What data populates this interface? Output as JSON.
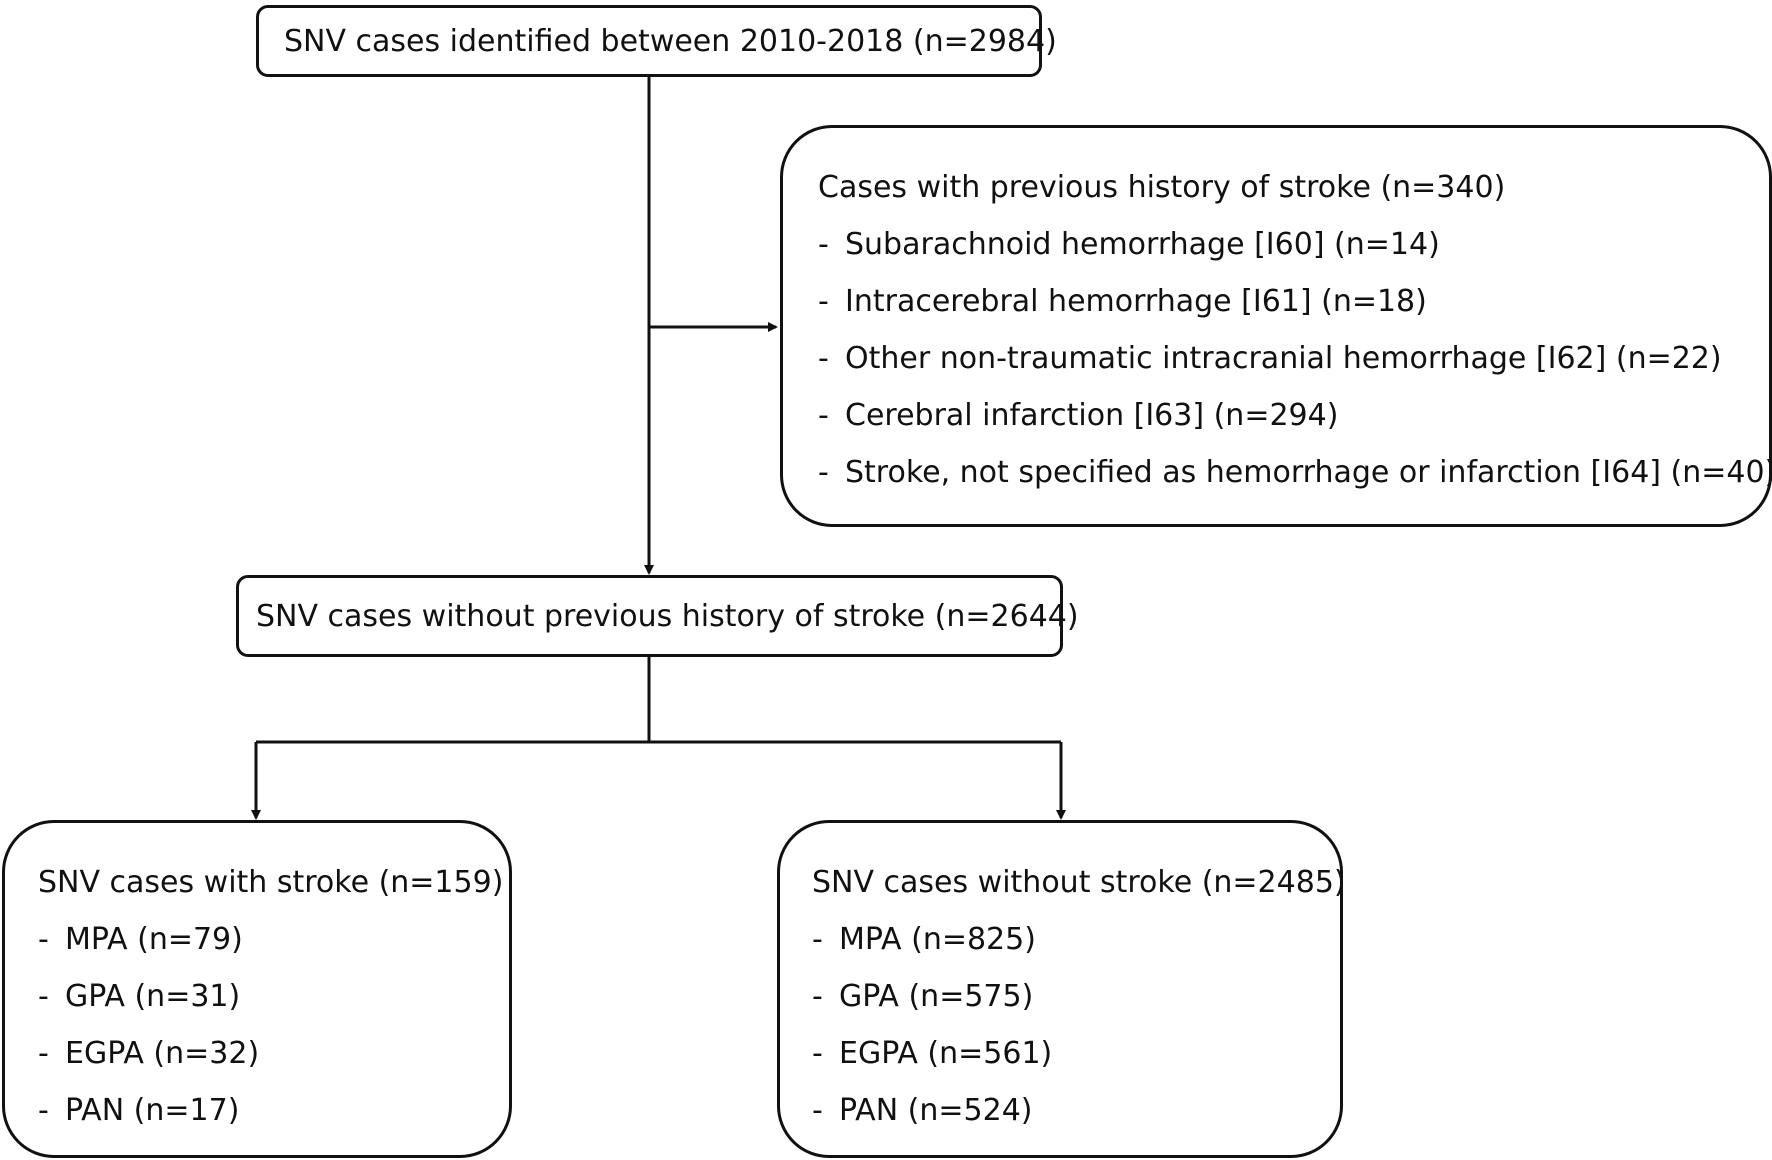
{
  "top": {
    "text": "SNV cases identified between 2010-2018 (n=2984)"
  },
  "excluded": {
    "title": "Cases with previous history of stroke (n=340)",
    "items": [
      "Subarachnoid hemorrhage [I60] (n=14)",
      "Intracerebral hemorrhage [I61] (n=18)",
      "Other non-traumatic intracranial hemorrhage [I62] (n=22)",
      "Cerebral infarction [I63] (n=294)",
      "Stroke, not specified as hemorrhage or infarction [I64] (n=40)"
    ]
  },
  "middle": {
    "text": "SNV cases without previous history of stroke (n=2644)"
  },
  "with_stroke": {
    "title": "SNV cases with stroke (n=159)",
    "items": [
      "MPA (n=79)",
      "GPA (n=31)",
      "EGPA (n=32)",
      "PAN (n=17)"
    ]
  },
  "without_stroke": {
    "title": "SNV cases without stroke (n=2485)",
    "items": [
      "MPA (n=825)",
      "GPA (n=575)",
      "EGPA (n=561)",
      "PAN (n=524)"
    ]
  },
  "bullet": "-"
}
